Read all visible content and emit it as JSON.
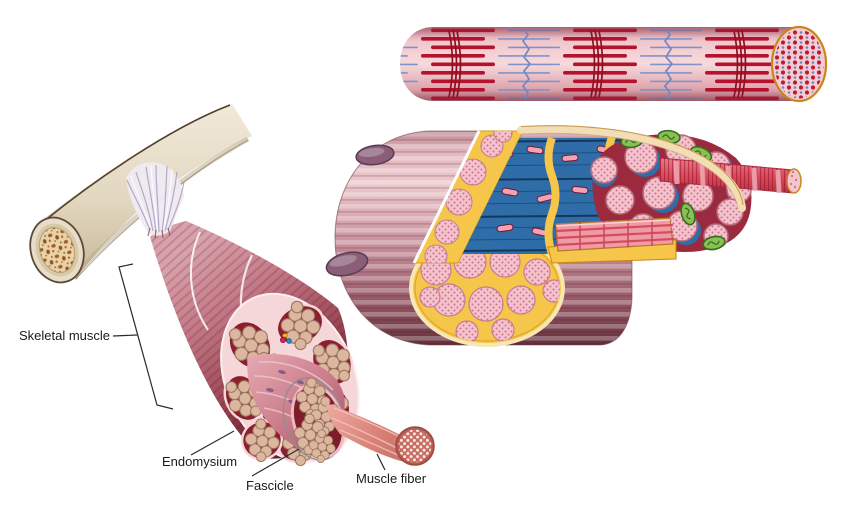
{
  "figure": {
    "type": "anatomical illustration",
    "subject": "Skeletal muscle structure: bone, tendon, whole muscle, fascicle, muscle fiber and myofibril with sarcomeres",
    "background_color": "#ffffff"
  },
  "labels": {
    "skeletal_muscle": "Skeletal muscle",
    "endomysium": "Endomysium",
    "fascicle": "Fascicle",
    "muscle_fiber": "Muscle fiber"
  },
  "illustrated_parts": [
    "bone with spongy-bone cross-section",
    "tendon",
    "skeletal muscle belly with epimysium",
    "muscle cross-section with fascicles, endomysium and blood vessels",
    "pulled-out fascicle with cross-section ring",
    "pulled-out muscle fiber showing myofibril dots",
    "enlarged muscle fiber with surface nuclei and cut-away sarcoplasm",
    "myofibrils in cross-section embedded in sarcoplasm",
    "sarcoplasmic reticulum",
    "mitochondria",
    "enlarged myofibril with sarcomeres: thick filaments, thin filaments, Z discs, M lines"
  ],
  "colors": {
    "background": "#ffffff",
    "bone": "#e7ddc8",
    "bone_spongy": "#e8d2a6",
    "tendon": "#efeaf2",
    "muscle_light": "#d8a2aa",
    "muscle_dark": "#64202c",
    "epimysium_pink": "#f6d7d9",
    "fascicle_red": "#8c1f2f",
    "muscle_fiber_tan": "#dcb7a0",
    "sarcoplasm_yellow": "#f6c64a",
    "myofibril_pink": "#f4c3cd",
    "sarcoplasmic_reticulum_blue": "#2e6da8",
    "mitochondria_green": "#8cbe52",
    "thick_filament_red": "#b5122e",
    "thin_filament_blue": "#8093c9",
    "nucleus_purple": "#8a5e77",
    "label_text": "#1a1a1a"
  }
}
